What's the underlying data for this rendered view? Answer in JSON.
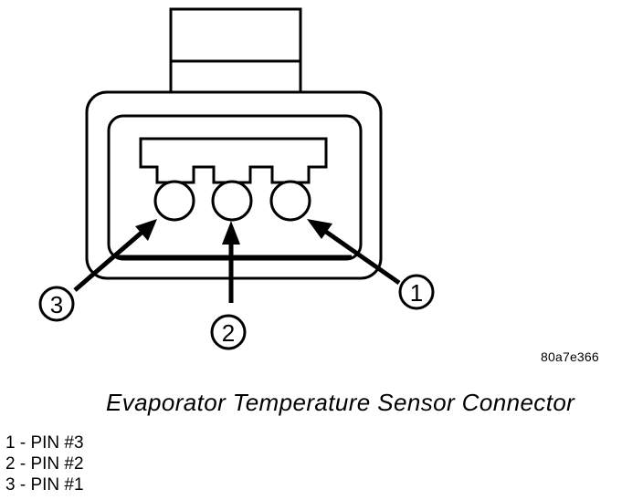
{
  "figure": {
    "id": "80a7e366",
    "caption": "Evaporator Temperature Sensor Connector"
  },
  "callouts": {
    "c1": "1",
    "c2": "2",
    "c3": "3"
  },
  "legend": [
    {
      "text": "1 - PIN #3"
    },
    {
      "text": "2 - PIN #2"
    },
    {
      "text": "3 - PIN #1"
    }
  ]
}
